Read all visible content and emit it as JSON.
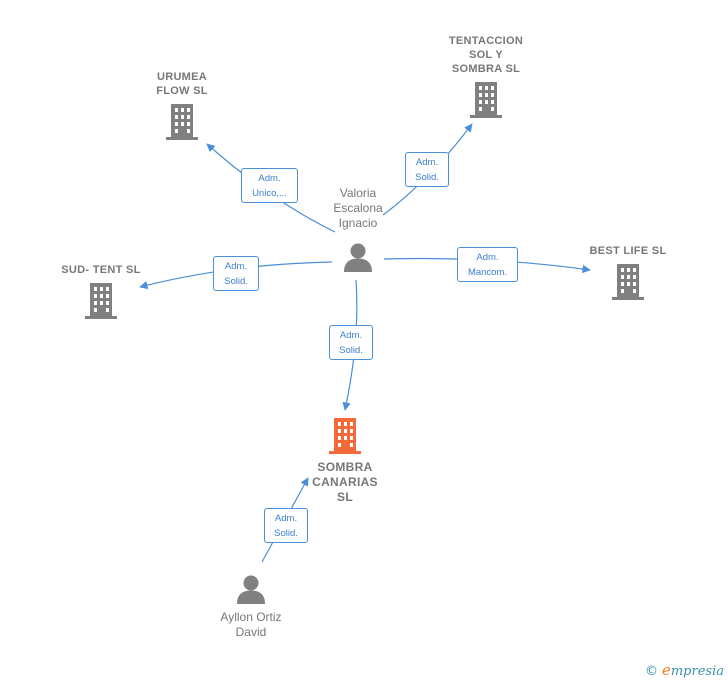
{
  "nodes": {
    "urumea": {
      "label": "URUMEA\nFLOW  SL",
      "kind": "company"
    },
    "tentaccion": {
      "label": "TENTACCION\nSOL Y\nSOMBRA SL",
      "kind": "company"
    },
    "valoria": {
      "label": "Valoria\nEscalona\nIgnacio",
      "kind": "person"
    },
    "best_life": {
      "label": "BEST LIFE SL",
      "kind": "company"
    },
    "sud_tent": {
      "label": "SUD- TENT  SL",
      "kind": "company"
    },
    "sombra": {
      "label": "SOMBRA\nCANARIAS\nSL",
      "kind": "company-focus"
    },
    "ayllon": {
      "label": "Ayllon Ortiz\nDavid",
      "kind": "person"
    }
  },
  "edges": {
    "valoria_urumea": "Adm.\nUnico,...",
    "valoria_tentaccion": "Adm.\nSolid.",
    "valoria_sudtent": "Adm.\nSolid.",
    "valoria_bestlife": "Adm.\nMancom.",
    "valoria_sombra": "Adm.\nSolid.",
    "ayllon_sombra": "Adm.\nSolid."
  },
  "colors": {
    "company": "#808080",
    "focus": "#f26a3a",
    "person": "#808080",
    "edge": "#4a8fd8"
  },
  "footer": {
    "copyright": "©",
    "brand_initial": "e",
    "brand_rest": "mpresia"
  }
}
